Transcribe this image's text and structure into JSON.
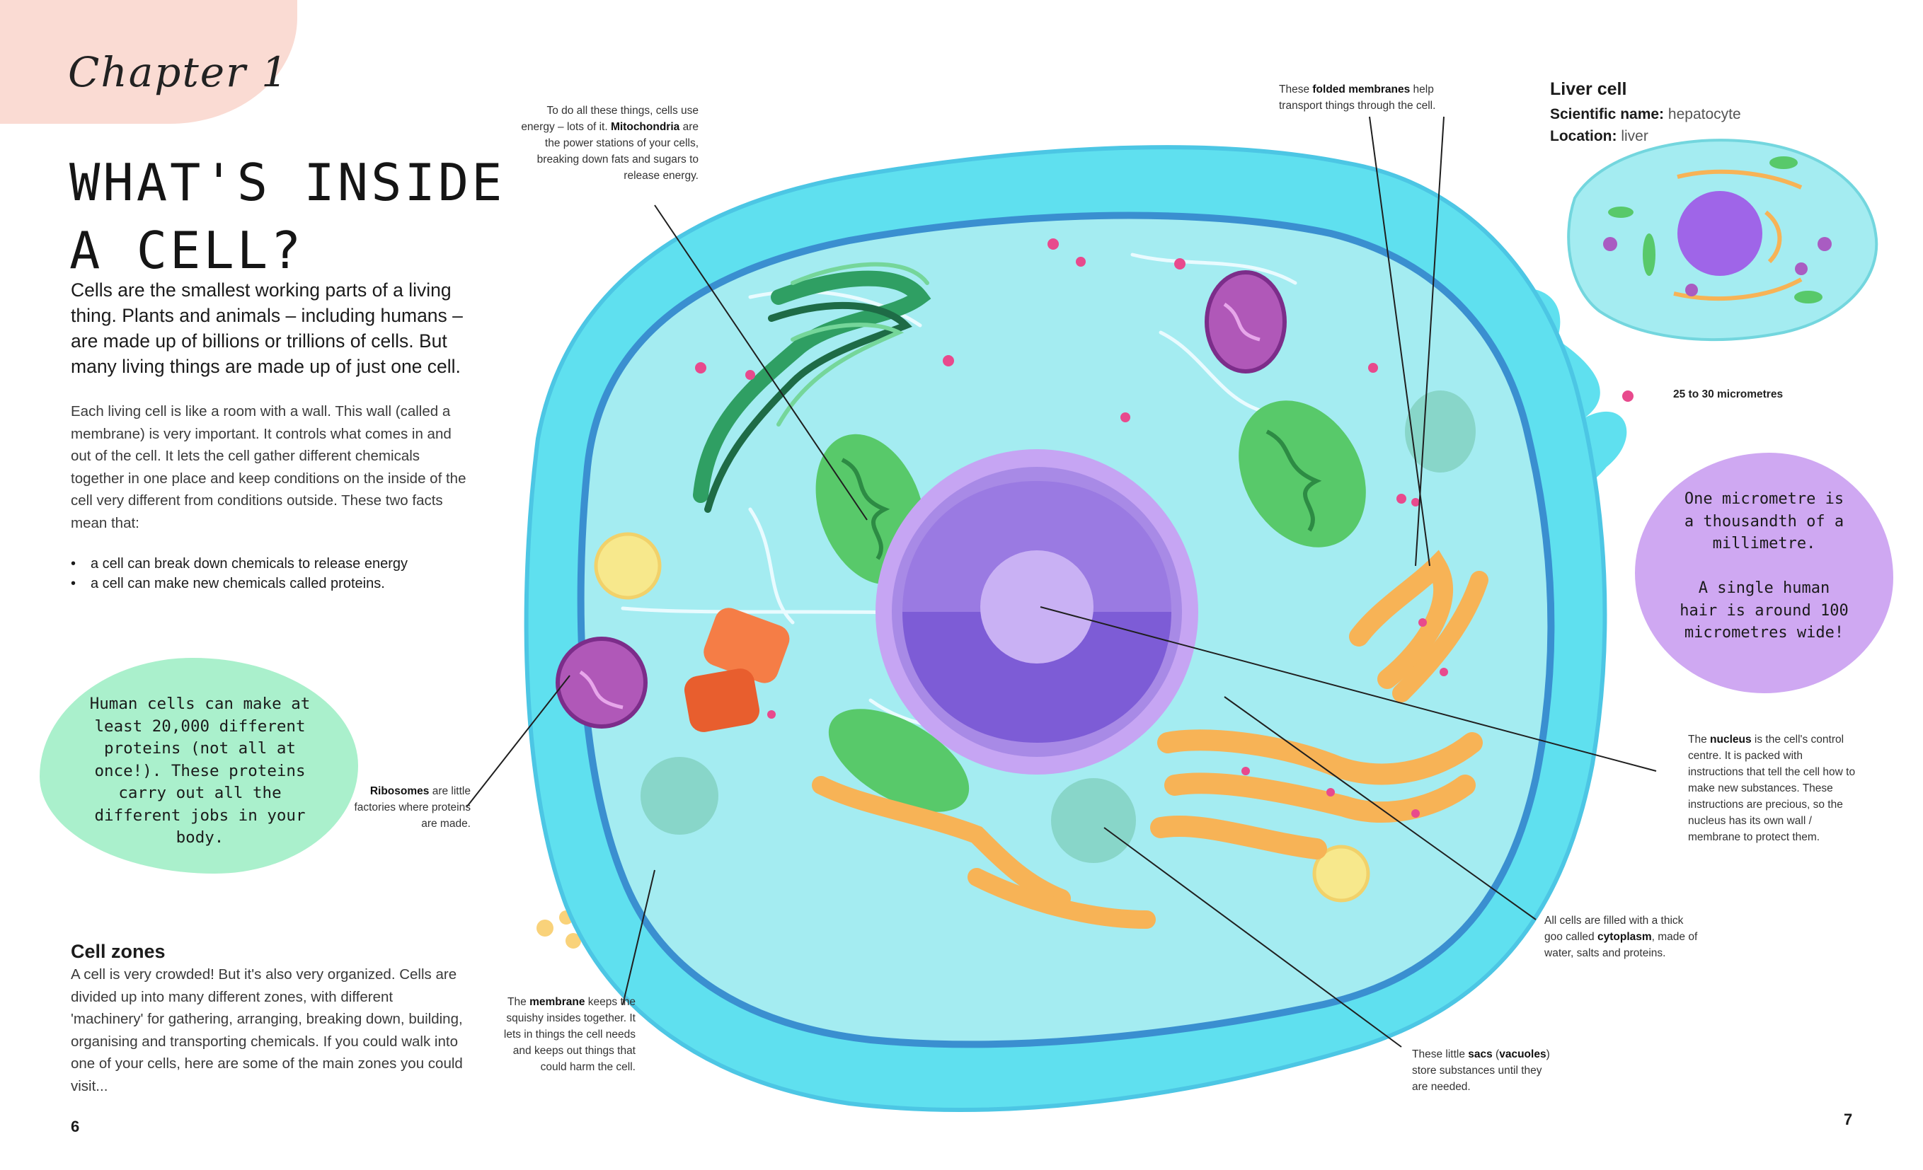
{
  "left_page": {
    "chapter_label": "Chapter 1",
    "title": "WHAT'S INSIDE\nA CELL?",
    "intro": "Cells are the smallest working parts of a living thing. Plants and animals – including humans – are made up of billions or trillions of cells. But many living things are made up of just one cell.",
    "paragraph": "Each living cell is like a room with a wall. This wall (called a membrane) is very important. It controls what comes in and out of the cell. It lets the cell gather different chemicals together in one place and keep conditions on the inside of the cell very different from conditions outside. These two facts mean that:",
    "bullets": [
      "a cell can break down chemicals to release energy",
      "a cell can make new chemicals called proteins."
    ],
    "fact_bubble": "Human cells can make at least 20,000 different proteins (not all at once!). These proteins carry out all the different jobs in your body.",
    "zones_heading": "Cell zones",
    "zones_text": "A cell is very crowded! But it's also very organized. Cells are divided up into many different zones, with different 'machinery' for gathering, arranging, breaking down, building, organising and transporting chemicals. If you could walk into one of your cells, here are some of the main zones you could visit...",
    "page_number": "6"
  },
  "callouts": {
    "mitochondria": {
      "pre": "To do all these things, cells use energy – lots of it. ",
      "term": "Mitochondria",
      "post": " are the power stations of your cells, breaking down fats and sugars to release energy."
    },
    "folded_membranes": {
      "pre": "These ",
      "term": "folded membranes",
      "post": " help transport things through the cell."
    },
    "ribosomes": {
      "pre": "",
      "term": "Ribosomes",
      "post": " are little factories where proteins are made."
    },
    "membrane": {
      "pre": "The ",
      "term": "membrane",
      "post": " keeps the squishy insides together. It lets in things the cell needs and keeps out things that could harm the cell."
    },
    "vacuoles": {
      "pre": "These little ",
      "term": "sacs",
      "mid": " (",
      "term2": "vacuoles",
      "post": ") store substances until they are needed."
    },
    "cytoplasm": {
      "pre": "All cells are filled with a thick goo called ",
      "term": "cytoplasm",
      "post": ", made of water, salts and proteins."
    },
    "nucleus": {
      "pre": "The ",
      "term": "nucleus",
      "post": " is the cell's control centre. It is packed with instructions that tell the cell how to make new substances. These instructions are precious, so the nucleus has its own wall / membrane to protect them."
    }
  },
  "right_page": {
    "liver_title": "Liver cell",
    "scientific_name_label": "Scientific name:",
    "scientific_name_value": "hepatocyte",
    "location_label": "Location:",
    "location_value": "liver",
    "scale_label": "25 to 30 micrometres",
    "micrometre_bubble": "One micrometre is\na thousandth of a\nmillimetre.\n\nA single human\nhair is around 100\nmicrometres wide!",
    "page_number": "7"
  },
  "colors": {
    "cell_body": "#5fe0ef",
    "cytoplasm": "#a4ecf1",
    "cell_outline": "#3a8fd0",
    "nucleus": "#a88ae6",
    "nucleus_inner": "#7d5cd6",
    "mitochondria": "#58c96a",
    "er_green": "#2f9f63",
    "golgi": "#f7b356",
    "lysosome": "#b058b8",
    "chapter_blob": "#fadbd3",
    "fact_blob": "#aaf0cc",
    "purple_blob": "#cfa8f2"
  }
}
